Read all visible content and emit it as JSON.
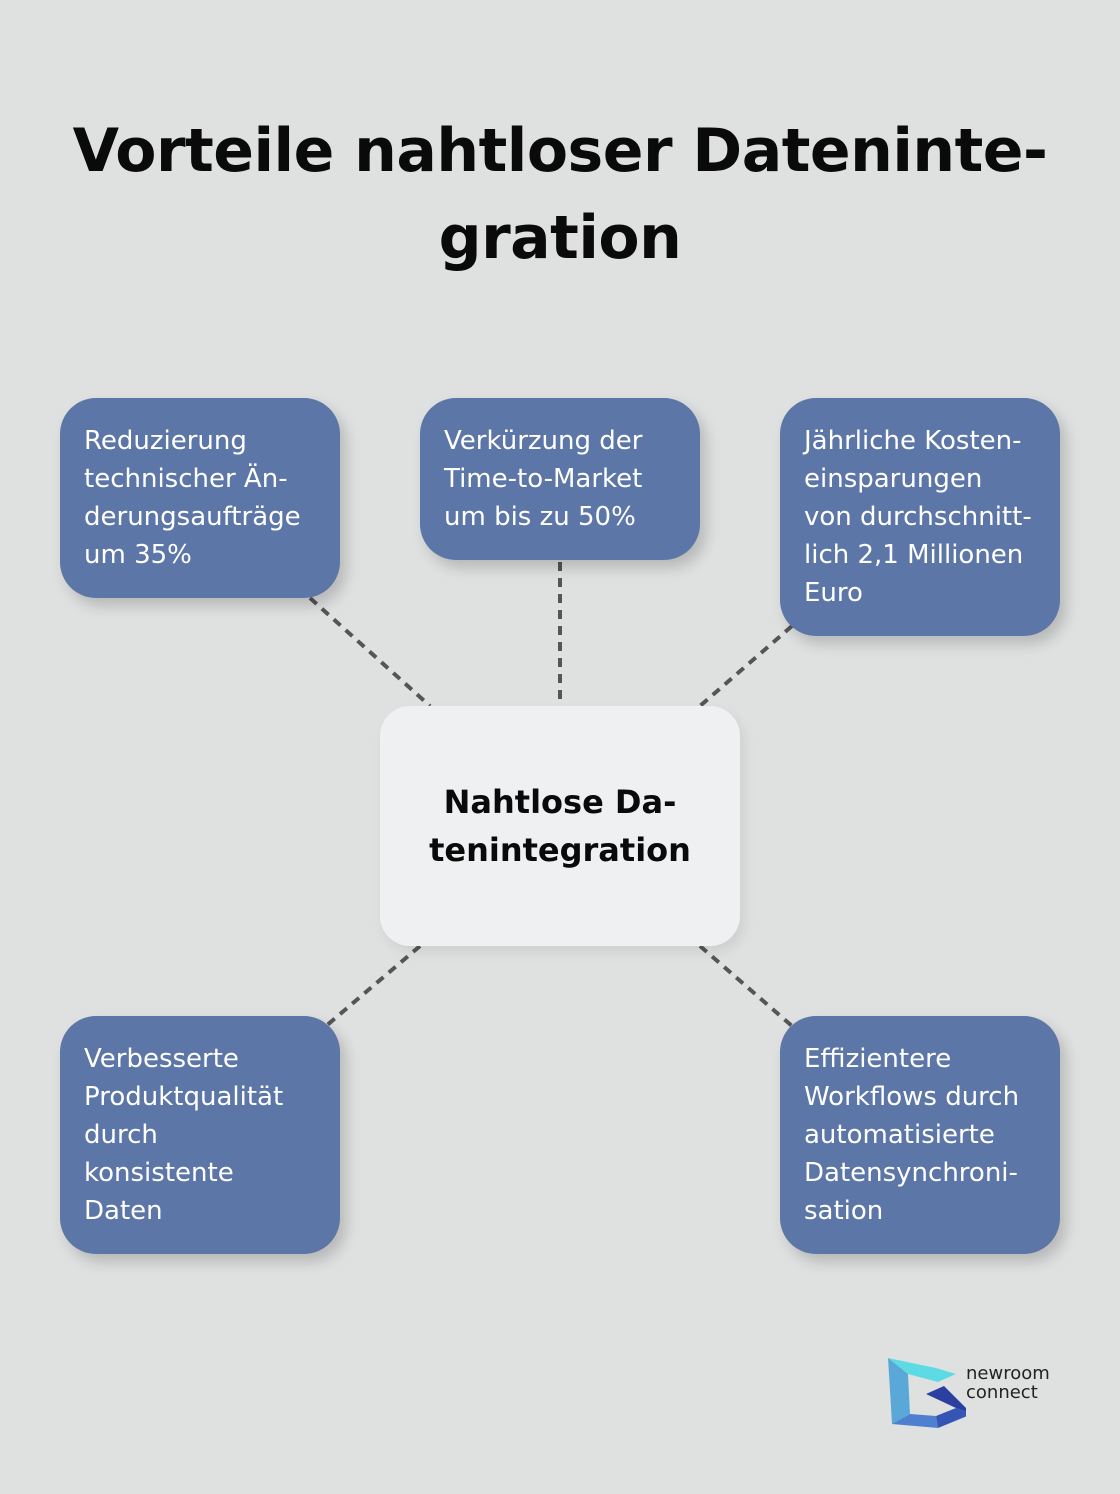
{
  "title": {
    "lines": [
      "Vorteile nahtloser Dateninte-",
      "gration"
    ]
  },
  "center": {
    "lines": [
      "Nahtlose Da-",
      "tenintegration"
    ]
  },
  "nodes": [
    {
      "lines": [
        "Reduzierung",
        "technischer Än-",
        "derungsaufträge",
        "um 35%"
      ]
    },
    {
      "lines": [
        "Verkürzung der",
        "Time-to-Market",
        "um bis zu 50%"
      ]
    },
    {
      "lines": [
        "Jährliche Kosten-",
        "einsparungen",
        "von durchschnitt-",
        "lich 2,1 Millionen",
        "Euro"
      ]
    },
    {
      "lines": [
        "Verbesserte",
        "Produktqualität",
        "durch",
        "konsistente",
        "Daten"
      ]
    },
    {
      "lines": [
        "Effizientere",
        "Workflows durch",
        "automatisierte",
        "Datensynchroni-",
        "sation"
      ]
    }
  ],
  "logo": {
    "lines": [
      "newroom",
      "connect"
    ]
  },
  "colors": {
    "background": "#dfe1e0",
    "node": "#5d76a8",
    "center": "#eef0f2",
    "connector": "#555555"
  }
}
